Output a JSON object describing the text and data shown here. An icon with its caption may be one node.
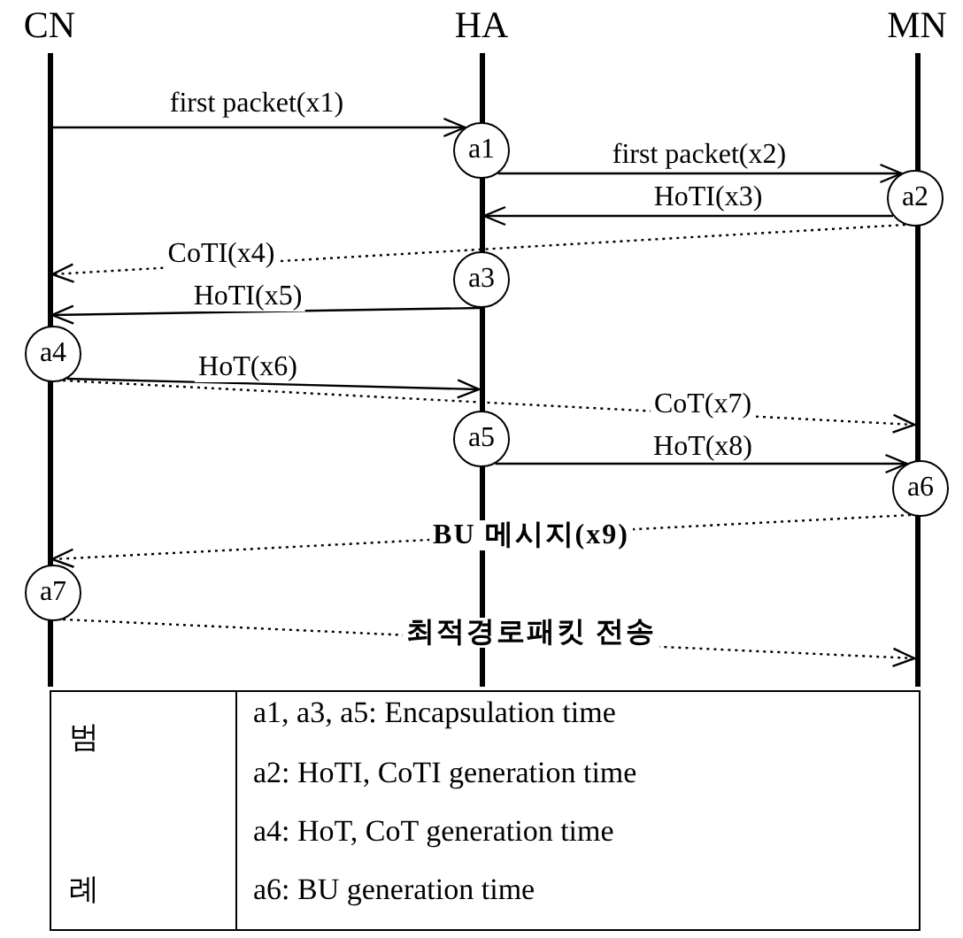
{
  "diagram": {
    "nodes": [
      {
        "text": [
          "CN"
        ]
      },
      {
        "text": [
          "HA"
        ]
      },
      {
        "text": [
          "MN"
        ]
      },
      {
        "text": [
          "a1"
        ]
      },
      {
        "text": [
          "a2"
        ]
      },
      {
        "text": [
          "a3"
        ]
      },
      {
        "text": [
          "a4"
        ]
      },
      {
        "text": [
          "a5"
        ]
      },
      {
        "text": [
          "a6"
        ]
      },
      {
        "text": [
          "a7"
        ]
      }
    ],
    "edges": [
      {
        "from": 0,
        "to": 3,
        "arrow": "to",
        "label": "first packet(x1)"
      },
      {
        "from": 3,
        "to": 4,
        "arrow": "to",
        "label": "first packet(x2)"
      },
      {
        "from": 4,
        "to": 1,
        "arrow": "to",
        "label": "HoTI(x3)"
      },
      {
        "from": 4,
        "to": 0,
        "arrow": "to",
        "label": "CoTI(x4)",
        "style": "dashed"
      },
      {
        "from": 5,
        "to": 0,
        "arrow": "to",
        "label": "HoTI(x5)"
      },
      {
        "from": 6,
        "to": 1,
        "arrow": "to",
        "label": "HoT(x6)"
      },
      {
        "from": 6,
        "to": 2,
        "arrow": "to",
        "label": "CoT(x7)",
        "style": "dashed"
      },
      {
        "from": 7,
        "to": 8,
        "arrow": "to",
        "label": "HoT(x8)"
      },
      {
        "from": 8,
        "to": 0,
        "arrow": "to",
        "label": "BU 메시지(x9)",
        "style": "dashed"
      },
      {
        "from": 9,
        "to": 2,
        "arrow": "to",
        "label": "최적경로패킷 전송",
        "style": "dashed"
      }
    ],
    "labels": [
      "범",
      "례",
      "a1, a3, a5: Encapsulation time",
      "a2: HoTI, CoTI generation time",
      "a4: HoT, CoT generation time",
      "a6: BU generation time"
    ]
  }
}
